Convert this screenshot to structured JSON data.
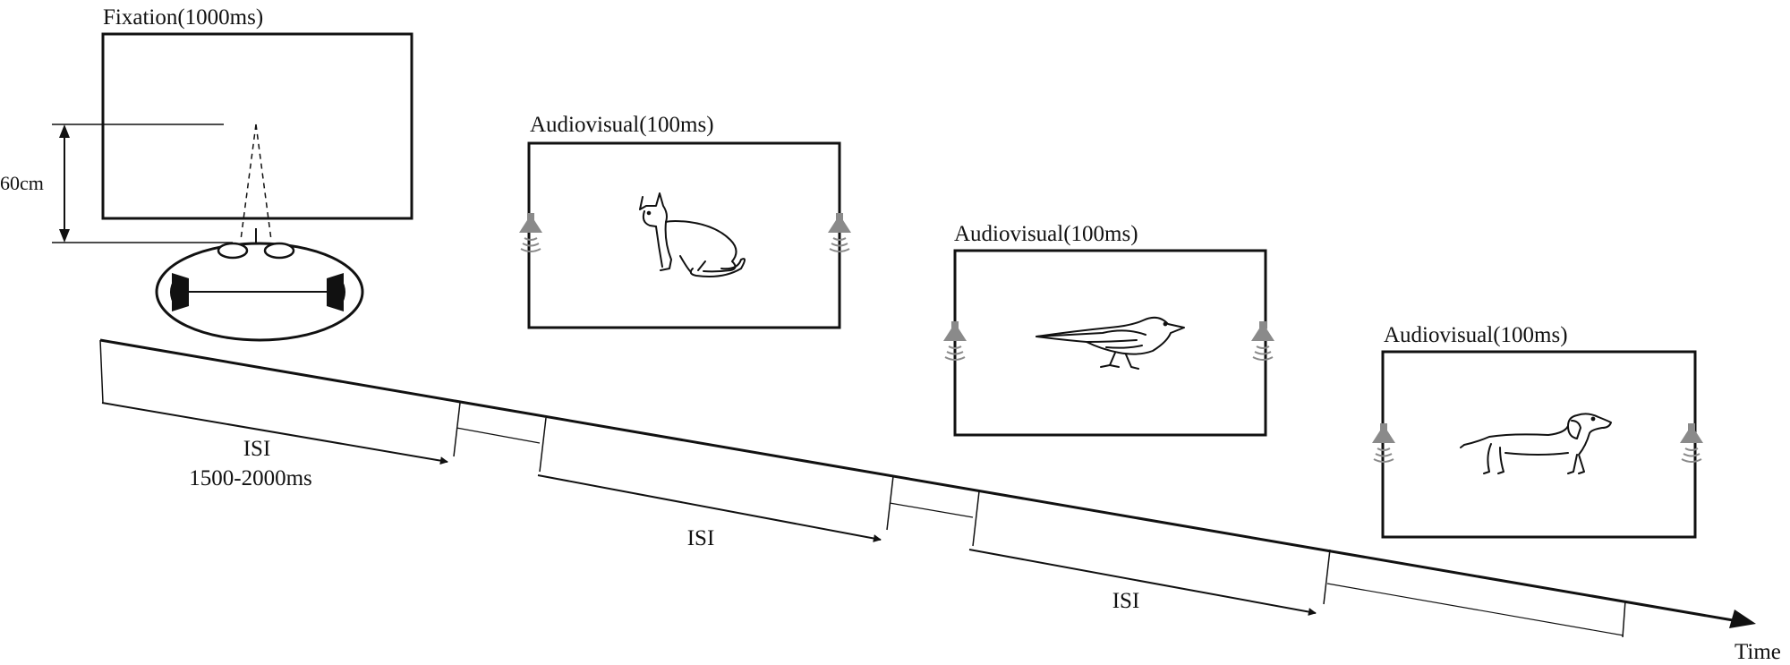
{
  "panels": {
    "fixation": {
      "title": "Fixation(1000ms)"
    },
    "trial_1": {
      "title": "Audiovisual(100ms)",
      "stimulus_icon": "cat-icon"
    },
    "trial_2": {
      "title": "Audiovisual(100ms)",
      "stimulus_icon": "bird-icon"
    },
    "trial_3": {
      "title": "Audiovisual(100ms)",
      "stimulus_icon": "dog-icon"
    }
  },
  "setup": {
    "distance_label": "60cm",
    "observer_icon": "head-with-headphones-icon",
    "speaker_icon": "speaker-icon"
  },
  "timeline": {
    "isi_1_label": "ISI",
    "isi_1_range": "1500-2000ms",
    "isi_2_label": "ISI",
    "isi_3_label": "ISI",
    "axis_label": "Time"
  },
  "colors": {
    "line": "#111111",
    "speaker": "#8a8a8a"
  }
}
